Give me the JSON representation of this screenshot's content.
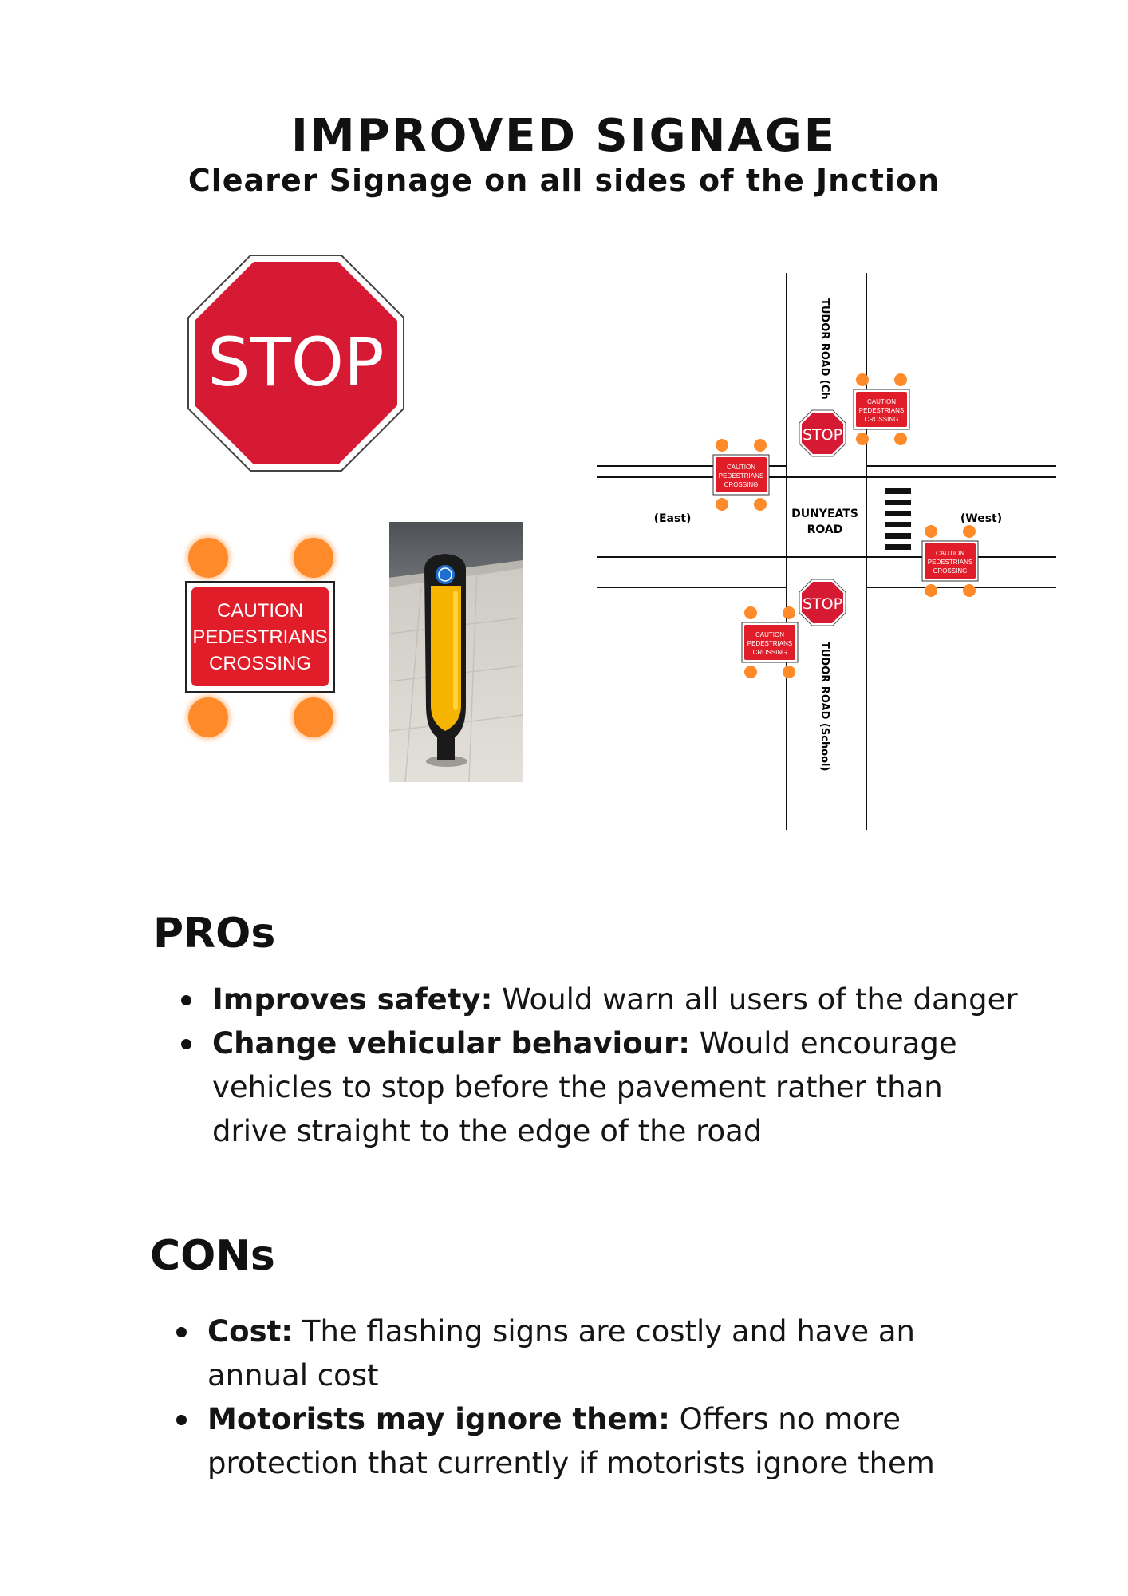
{
  "header": {
    "title": "IMPROVED SIGNAGE",
    "subtitle": "Clearer Signage on all sides of the Jnction"
  },
  "signs": {
    "stop_text": "STOP",
    "caution_lines": [
      "CAUTION",
      "PEDESTRIANS",
      "CROSSING"
    ]
  },
  "diagram": {
    "road_north": "TUDOR ROAD (Ch",
    "road_south": "TUDOR ROAD (School)",
    "main_road_line1": "DUNYEATS",
    "main_road_line2": "ROAD",
    "east_label": "(East)",
    "west_label": "(West)",
    "stop_text": "STOP",
    "caution_lines": [
      "CAUTION",
      "PEDESTRIANS",
      "CROSSING"
    ]
  },
  "colors": {
    "stop_red": "#d71a33",
    "caution_red": "#e11d2a",
    "flash_orange": "#ff8a2a",
    "bollard_yellow": "#f5b400",
    "bollard_black": "#1a1a1a"
  },
  "pros": {
    "heading": "PROs",
    "items": [
      {
        "bold": "Improves safety:",
        "text": " Would warn all users of the danger"
      },
      {
        "bold": "Change vehicular behaviour:",
        "text": " Would encourage vehicles to stop before the pavement rather than drive straight to the edge of the road"
      }
    ]
  },
  "cons": {
    "heading": "CONs",
    "items": [
      {
        "bold": "Cost:",
        "text": " The flashing signs are costly and have an annual cost"
      },
      {
        "bold": "Motorists may ignore them:",
        "text": " Offers no more protection that currently if motorists ignore them"
      }
    ]
  }
}
